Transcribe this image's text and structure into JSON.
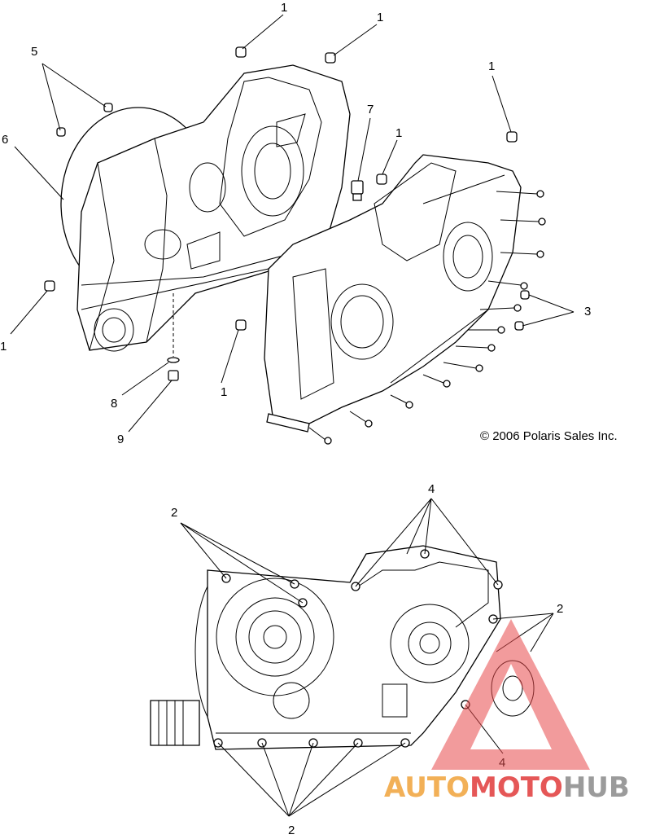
{
  "callouts": [
    {
      "id": "c1a",
      "text": "1"
    },
    {
      "id": "c1b",
      "text": "1"
    },
    {
      "id": "c1c",
      "text": "1"
    },
    {
      "id": "c1d",
      "text": "1"
    },
    {
      "id": "c1e",
      "text": "1"
    },
    {
      "id": "c1f",
      "text": "1"
    },
    {
      "id": "c2a",
      "text": "2"
    },
    {
      "id": "c2b",
      "text": "2"
    },
    {
      "id": "c2c",
      "text": "2"
    },
    {
      "id": "c3",
      "text": "3"
    },
    {
      "id": "c4a",
      "text": "4"
    },
    {
      "id": "c4b",
      "text": "4"
    },
    {
      "id": "c5",
      "text": "5"
    },
    {
      "id": "c6",
      "text": "6"
    },
    {
      "id": "c7",
      "text": "7"
    },
    {
      "id": "c8",
      "text": "8"
    },
    {
      "id": "c9",
      "text": "9"
    }
  ],
  "copyright": "© 2006 Polaris Sales Inc.",
  "watermark": {
    "auto": "AUTO",
    "moto": "MOTO",
    "hub": "HUB",
    "colors": {
      "auto": "#f0a23a",
      "moto": "#e03a3a",
      "hub": "#8a8a8a",
      "triangle": "#e8484a"
    }
  }
}
